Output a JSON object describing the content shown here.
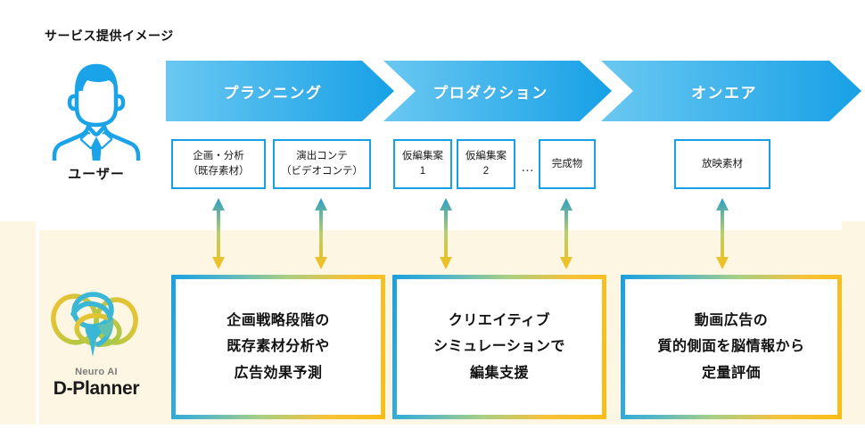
{
  "title": "サービス提供イメージ",
  "actor": {
    "label": "ユーザー",
    "icon": "user-avatar-icon"
  },
  "phases": [
    {
      "key": "planning",
      "label": "プランニング"
    },
    {
      "key": "production",
      "label": "プロダクション"
    },
    {
      "key": "onair",
      "label": "オンエア"
    }
  ],
  "artifacts": [
    {
      "key": "kikaku",
      "line1": "企画・分析",
      "line2": "（既存素材）"
    },
    {
      "key": "enshutsu",
      "line1": "演出コンテ",
      "line2": "（ビデオコンテ）"
    },
    {
      "key": "kari1",
      "line1": "仮編集案",
      "line2": "1"
    },
    {
      "key": "kari2",
      "line1": "仮編集案",
      "line2": "2"
    },
    {
      "key": "kansei",
      "line1": "完成物",
      "line2": ""
    },
    {
      "key": "hoei",
      "line1": "放映素材",
      "line2": ""
    }
  ],
  "ellipsis": "…",
  "panels": [
    {
      "key": "planning",
      "lines": [
        "企画戦略段階の",
        "既存素材分析や",
        "広告効果予測"
      ]
    },
    {
      "key": "production",
      "lines": [
        "クリエイティブ",
        "シミュレーションで",
        "編集支援"
      ]
    },
    {
      "key": "onair",
      "lines": [
        "動画広告の",
        "質的側面を脳情報から",
        "定量評価"
      ]
    }
  ],
  "product": {
    "sub": "Neuro AI",
    "name": "D-Planner",
    "logo_icon": "neuro-ai-brain-rings-logo"
  },
  "colors": {
    "chevron_start": "#62c3ef",
    "chevron_end": "#18a2e5",
    "box_border": "#17a0e8",
    "cream_bg": "#fdf6e3",
    "arrow_top": "#2b9fc4",
    "arrow_bottom": "#f9bd16",
    "panel_border_start": "#1a9fe0",
    "panel_border_end": "#f9bd16",
    "logo_cyan": "#3ab6d6",
    "logo_yellow": "#f2c230",
    "logo_green": "#9ec94a",
    "text": "#111111"
  }
}
